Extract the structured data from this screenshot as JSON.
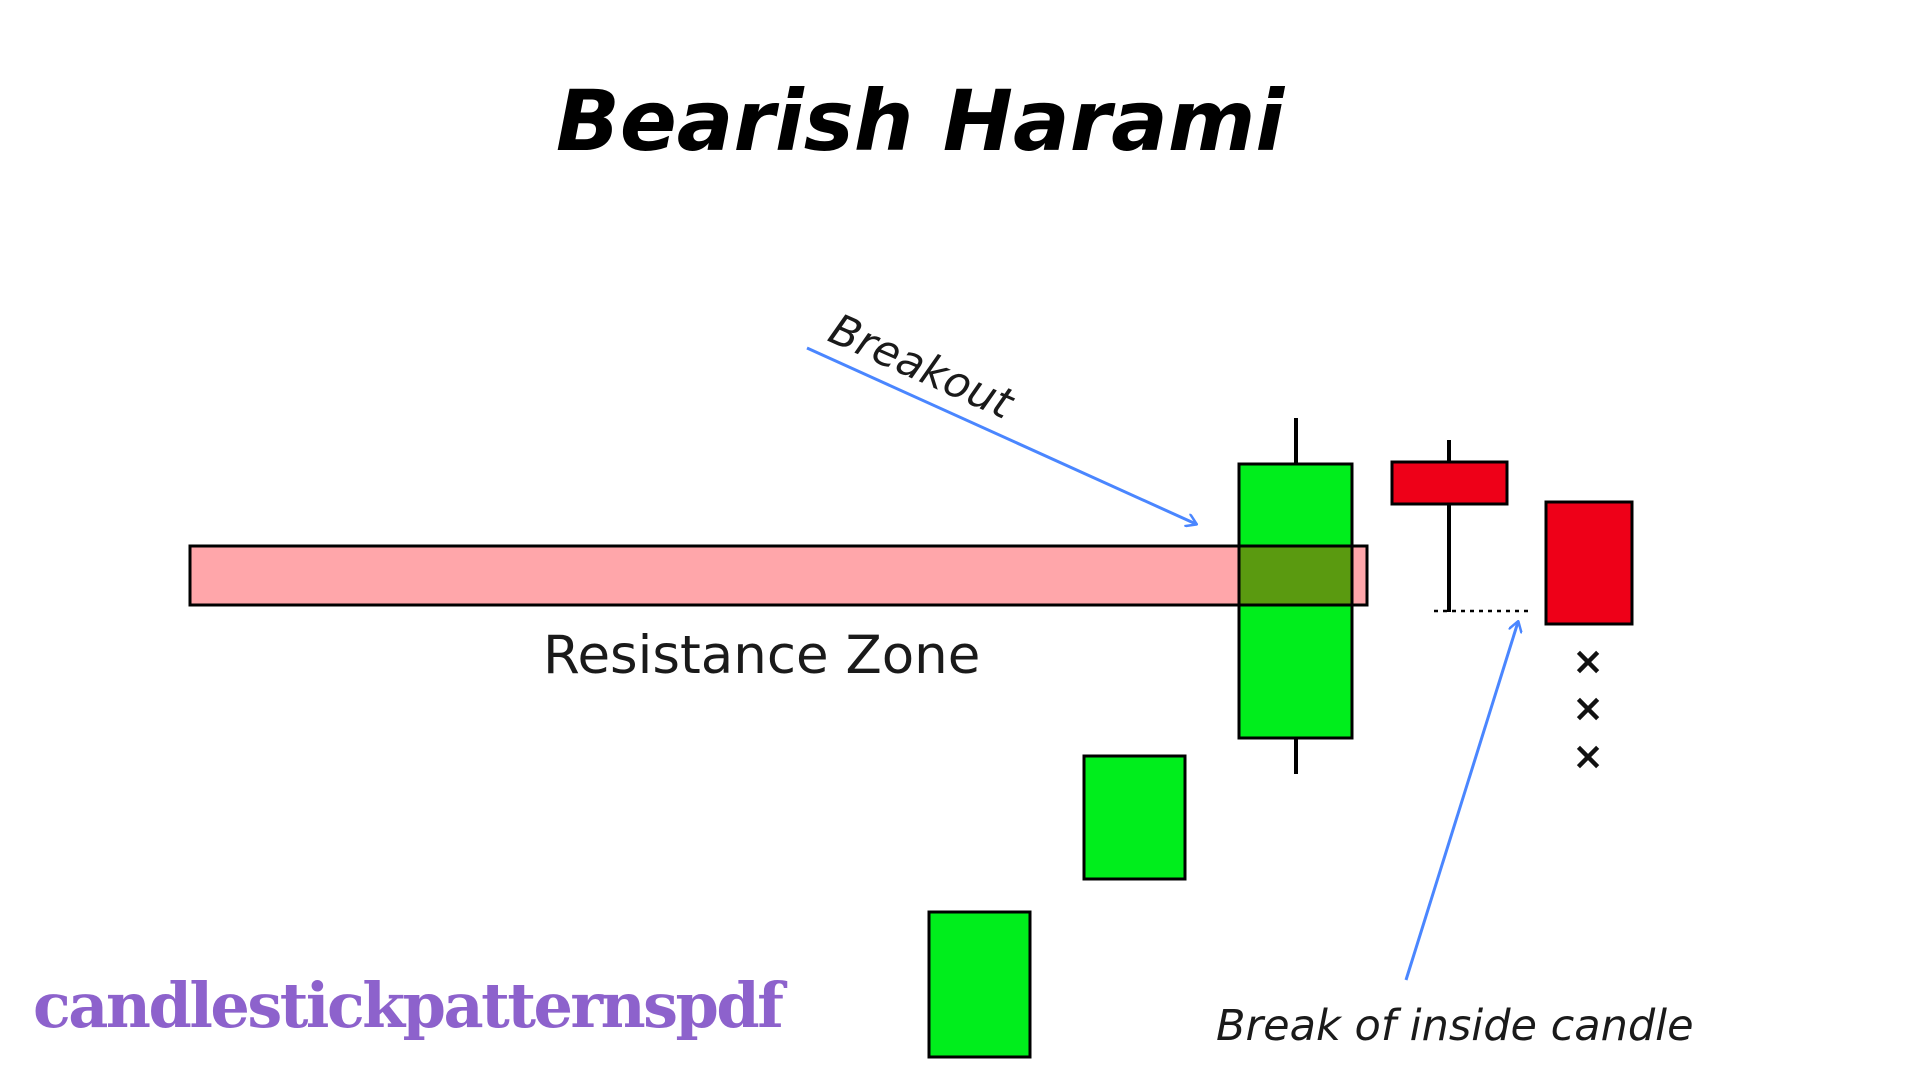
{
  "title": "Bearish Harami",
  "labels": {
    "resistance_zone": "Resistance Zone",
    "breakout": "Breakout",
    "break_of_inside_candle": "Break of inside candle"
  },
  "markers": [
    "×",
    "×",
    "×"
  ],
  "watermark": "candlestickpatternspdf",
  "colors": {
    "bullish": "#00ee1c",
    "bearish": "#ee0018",
    "resistance_zone": "#ffa6aa",
    "overlap": "#5a9a10",
    "arrow": "#4a86ff",
    "watermark": "#8d62cc"
  }
}
